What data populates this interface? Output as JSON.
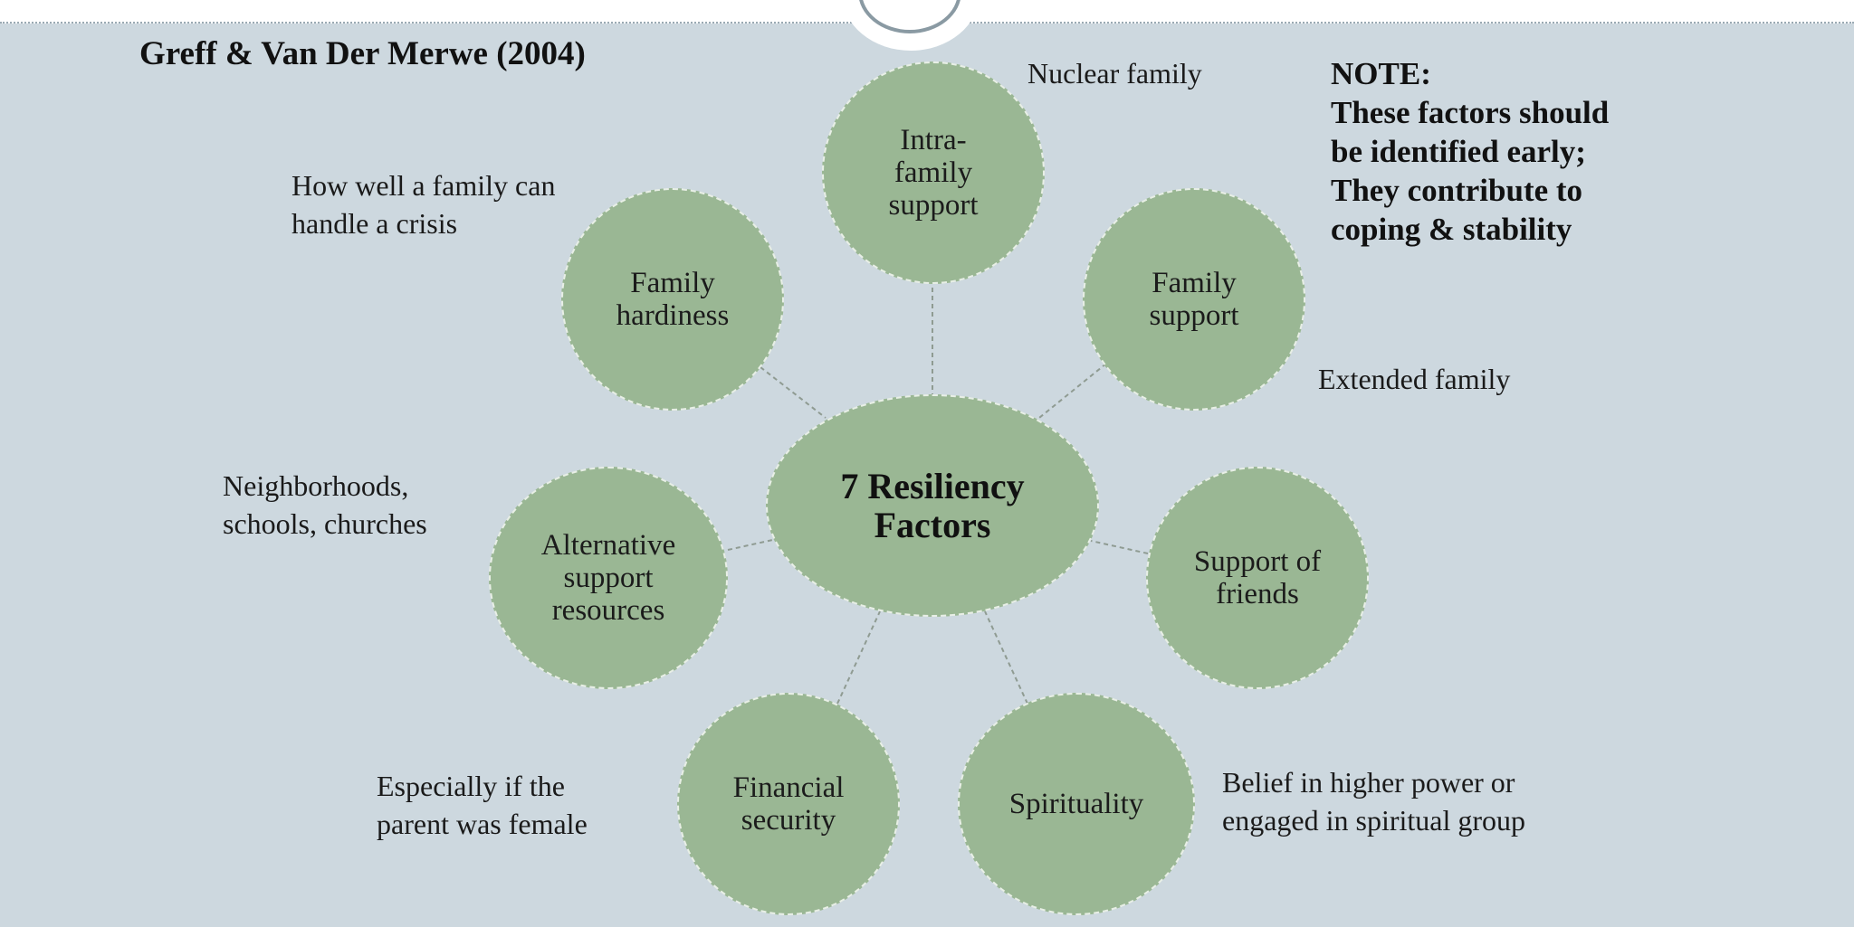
{
  "title": "Greff & Van Der Merwe (2004)",
  "center": "7 Resiliency\nFactors",
  "factors": [
    {
      "label": "Intra-\nfamily\nsupport",
      "note": "Nuclear family"
    },
    {
      "label": "Family\nsupport",
      "note": "Extended family"
    },
    {
      "label": "Support of\nfriends",
      "note": ""
    },
    {
      "label": "Spirituality",
      "note": "Belief in higher power or\nengaged in spiritual group"
    },
    {
      "label": "Financial\nsecurity",
      "note": "Especially if the\nparent was female"
    },
    {
      "label": "Alternative\nsupport\nresources",
      "note": "Neighborhoods,\nschools, churches"
    },
    {
      "label": "Family\nhardiness",
      "note": "How well a family can\nhandle a crisis"
    }
  ],
  "note_block": "NOTE:\nThese factors should\nbe identified early;\nThey contribute to\ncoping & stability",
  "colors": {
    "background": "#cdd8df",
    "node_fill": "#9ab794",
    "connector": "#8f9b92"
  }
}
